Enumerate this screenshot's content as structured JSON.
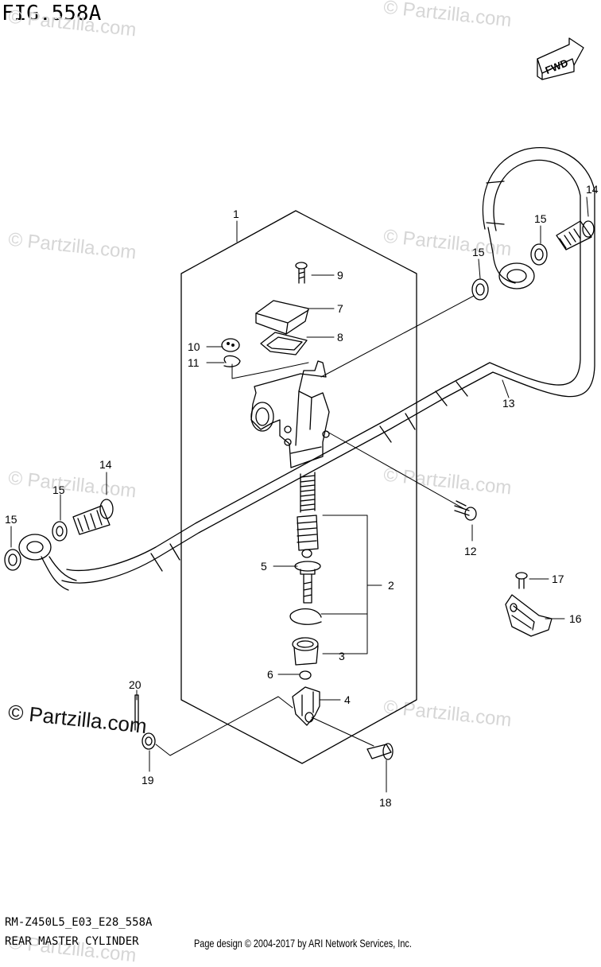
{
  "figure": {
    "title": "FIG.558A",
    "fwd_label": "FWD",
    "code": "RM-Z450L5_E03_E28_558A",
    "name": "REAR MASTER CYLINDER",
    "credit": "Page design © 2004-2017 by ARI Network Services, Inc.",
    "brand_text": "© Partzilla.com",
    "watermark_text": "© Partzilla.com"
  },
  "callouts": {
    "n1": "1",
    "n2": "2",
    "n3": "3",
    "n4": "4",
    "n5": "5",
    "n6": "6",
    "n7": "7",
    "n8": "8",
    "n9": "9",
    "n10": "10",
    "n11": "11",
    "n12": "12",
    "n13": "13",
    "n14a": "14",
    "n14b": "14",
    "n15a": "15",
    "n15b": "15",
    "n15c": "15",
    "n15d": "15",
    "n16": "16",
    "n17": "17",
    "n18": "18",
    "n19": "19",
    "n20": "20"
  }
}
